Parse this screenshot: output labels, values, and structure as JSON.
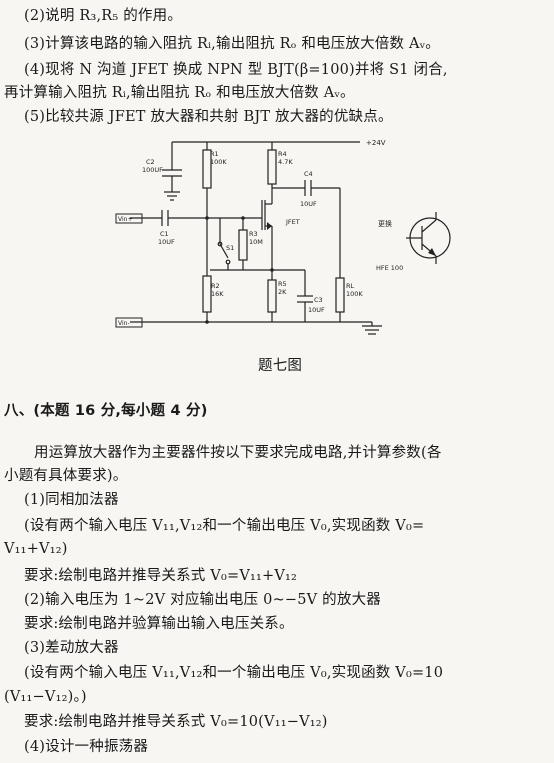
{
  "questions_top": [
    "(2)说明 R₃,R₅ 的作用。",
    "(3)计算该电路的输入阻抗 Rᵢ,输出阻抗 Rₒ 和电压放大倍数 Aᵥ。",
    "(4)现将 N 沟道 JFET 换成 NPN 型 BJT(β=100)并将 S1 闭合,",
    "再计算输入阻抗 Rᵢ,输出阻抗 Rₒ 和电压放大倍数 Aᵥ。",
    "(5)比较共源 JFET 放大器和共射 BJT 放大器的优缺点。"
  ],
  "circuit": {
    "supply": "+24V",
    "vin_plus": "Vin+",
    "vin_minus": "Vin-",
    "c1": "C1",
    "c1_val": "10UF",
    "c2": "C2",
    "c2_val": "100UF",
    "c3": "C3",
    "c3_val": "10UF",
    "c4": "C4",
    "c4_val": "10UF",
    "r1": "R1",
    "r1_val": "100K",
    "r2": "R2",
    "r2_val": "16K",
    "r3": "R3",
    "r3_val": "10M",
    "r4": "R4",
    "r4_val": "4.7K",
    "r5": "R5",
    "r5_val": "2K",
    "rl": "RL",
    "rl_val": "100K",
    "s1": "S1",
    "jfet": "JFET",
    "bjt_label": "更换",
    "hfe": "HFE 100"
  },
  "figure_caption": "题七图",
  "section8_heading": "八、(本题 16 分,每小题 4 分)",
  "section8_lines": [
    "用运算放大器作为主要器件按以下要求完成电路,并计算参数(各",
    "小题有具体要求)。",
    "(1)同相加法器",
    "(设有两个输入电压 V₁₁,V₁₂和一个输出电压 V₀,实现函数 V₀=",
    "V₁₁+V₁₂)",
    "要求:绘制电路并推导关系式 V₀=V₁₁+V₁₂",
    "(2)输入电压为 1~2V 对应输出电压 0~−5V 的放大器",
    "要求:绘制电路并验算输出输入电压关系。",
    "(3)差动放大器",
    "(设有两个输入电压 V₁₁,V₁₂和一个输出电压 V₀,实现函数 V₀=10",
    "(V₁₁−V₁₂)。)",
    "要求:绘制电路并推导关系式 V₀=10(V₁₁−V₁₂)",
    "(4)设计一种振荡器"
  ]
}
